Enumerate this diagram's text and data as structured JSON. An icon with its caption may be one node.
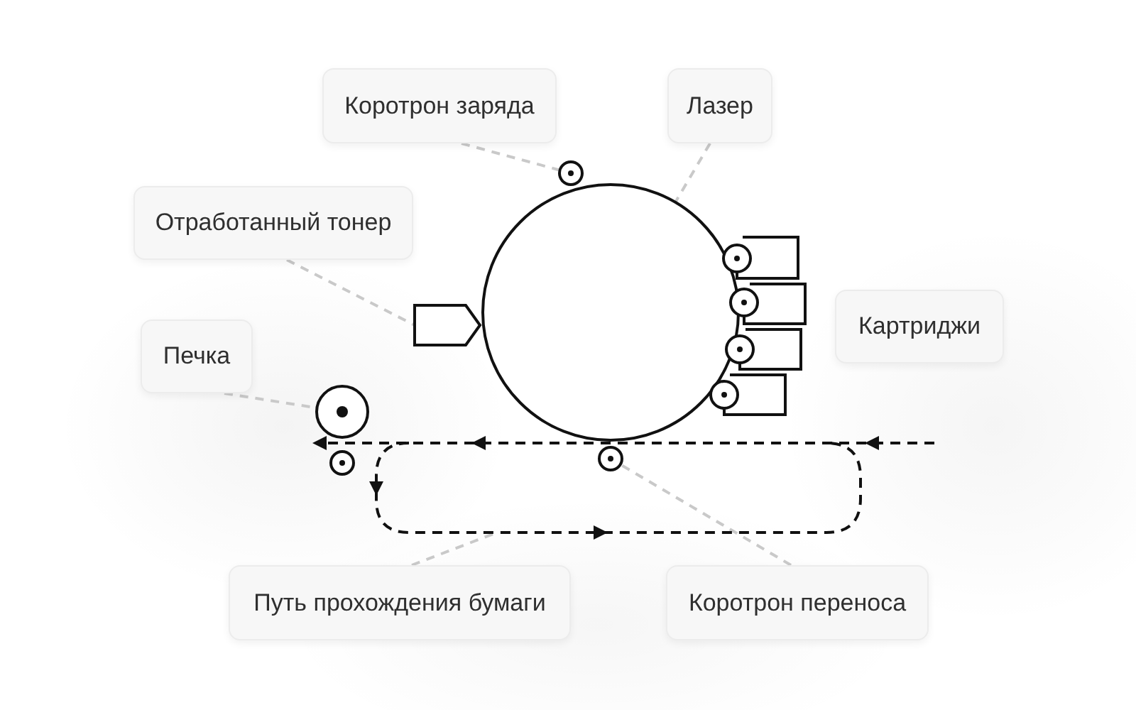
{
  "diagram": {
    "nodes": [
      {
        "text": [
          "Коротрон заряда"
        ]
      },
      {
        "text": [
          "Лазер"
        ]
      },
      {
        "text": [
          "Отработанный тонер"
        ]
      },
      {
        "text": [
          "Картриджи"
        ]
      },
      {
        "text": [
          "Печка"
        ]
      },
      {
        "text": [
          "Путь прохождения бумаги"
        ]
      },
      {
        "text": [
          "Коротрон переноса"
        ]
      },
      {
        "text": [],
        "shape": "circle"
      },
      {
        "text": [],
        "shape": "box"
      },
      {
        "text": [],
        "shape": "circle"
      },
      {
        "text": [],
        "shape": "circle"
      },
      {
        "text": [],
        "shape": "circle"
      }
    ],
    "edges": [
      {
        "from": 0,
        "to": 7,
        "arrow": "none",
        "style": "dashed"
      },
      {
        "from": 1,
        "to": 11,
        "arrow": "none",
        "style": "dashed"
      },
      {
        "from": 2,
        "to": 8,
        "arrow": "none",
        "style": "dashed"
      },
      {
        "from": 4,
        "to": 9,
        "arrow": "none",
        "style": "dashed"
      },
      {
        "from": 5,
        "to": null,
        "arrow": "none",
        "style": "dashed"
      },
      {
        "from": 6,
        "to": 10,
        "arrow": "none",
        "style": "dashed"
      }
    ]
  }
}
